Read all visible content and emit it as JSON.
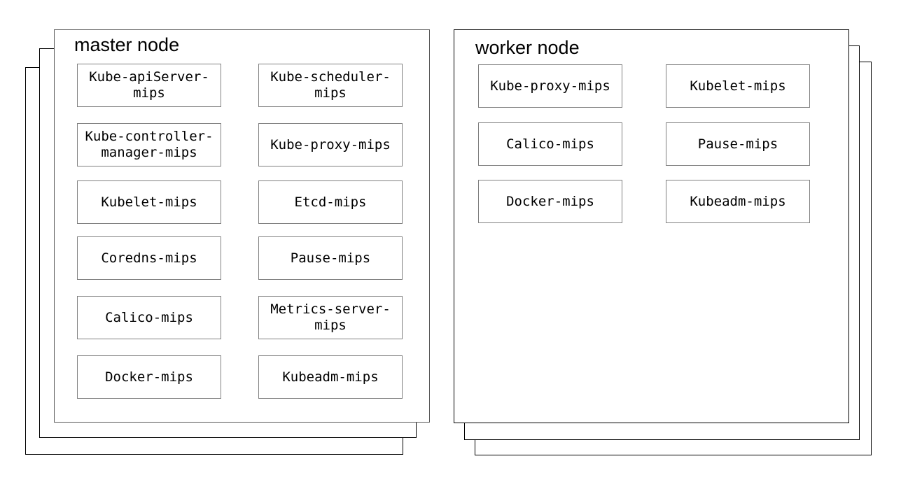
{
  "diagram": {
    "description": "Kubernetes cluster node composition diagram with stacked node cards",
    "master": {
      "title": "master node",
      "items": [
        "Kube-apiServer-mips",
        "Kube-scheduler-mips",
        "Kube-controller-manager-mips",
        "Kube-proxy-mips",
        "Kubelet-mips",
        "Etcd-mips",
        "Coredns-mips",
        "Pause-mips",
        "Calico-mips",
        "Metrics-server-mips",
        "Docker-mips",
        "Kubeadm-mips"
      ]
    },
    "worker": {
      "title": "worker node",
      "items": [
        "Kube-proxy-mips",
        "Kubelet-mips",
        "Calico-mips",
        "Pause-mips",
        "Docker-mips",
        "Kubeadm-mips"
      ]
    },
    "colors": {
      "background": "#ffffff",
      "master_front_border": "#595959",
      "worker_front_border": "#000000",
      "stack_layer_border": "#000000",
      "component_border": "#808080",
      "text": "#000000"
    }
  }
}
